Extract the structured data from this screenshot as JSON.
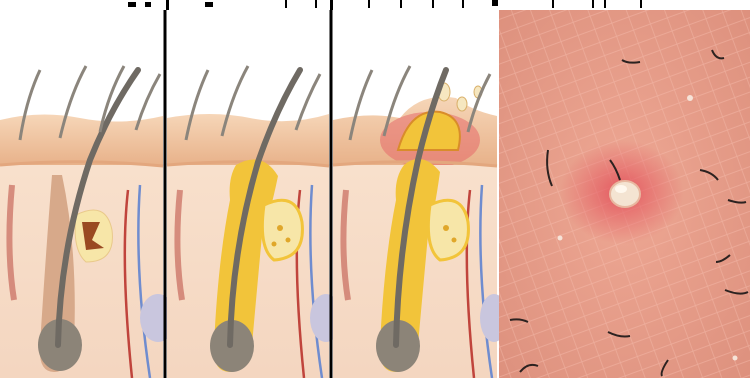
{
  "figure": {
    "panels": [
      {
        "id": "follicle-normal"
      },
      {
        "id": "follicle-infected"
      },
      {
        "id": "follicle-pustule-rupture"
      },
      {
        "id": "skin-photo-pustule"
      }
    ],
    "colors": {
      "skin_surface": "#f3c9a3",
      "epidermis": "#e8b58e",
      "dermis": "#f7ddc8",
      "hair": "#6f6a63",
      "pus": "#f2c43a",
      "inflammation": "#e56a6a",
      "sebaceous": "#f7e6a8",
      "photo_skin": "#e9a18e",
      "divider": "#000000"
    }
  }
}
